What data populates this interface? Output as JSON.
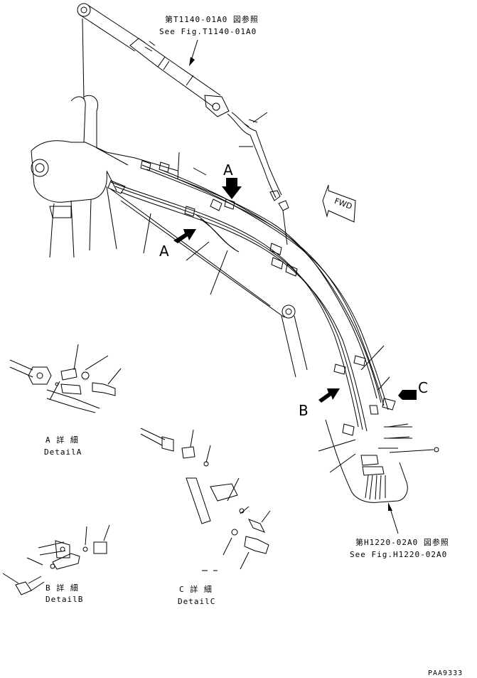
{
  "refs": {
    "top_jp": "第T1140-01A0 図参照",
    "top_en": "See Fig.T1140-01A0",
    "bottom_jp": "第H1220-02A0 図参照",
    "bottom_en": "See Fig.H1220-02A0"
  },
  "direction": {
    "fwd": "FWD"
  },
  "callouts": {
    "a1": "A",
    "a2": "A",
    "b": "B",
    "c": "C"
  },
  "details": {
    "a_jp": "A 詳 細",
    "a_en": "DetailA",
    "b_jp": "B 詳 細",
    "b_en": "DetailB",
    "c_jp": "C 詳 細",
    "c_en": "DetailC"
  },
  "drawing_id": "PAA9333",
  "colors": {
    "line": "#000000",
    "background": "#ffffff"
  }
}
